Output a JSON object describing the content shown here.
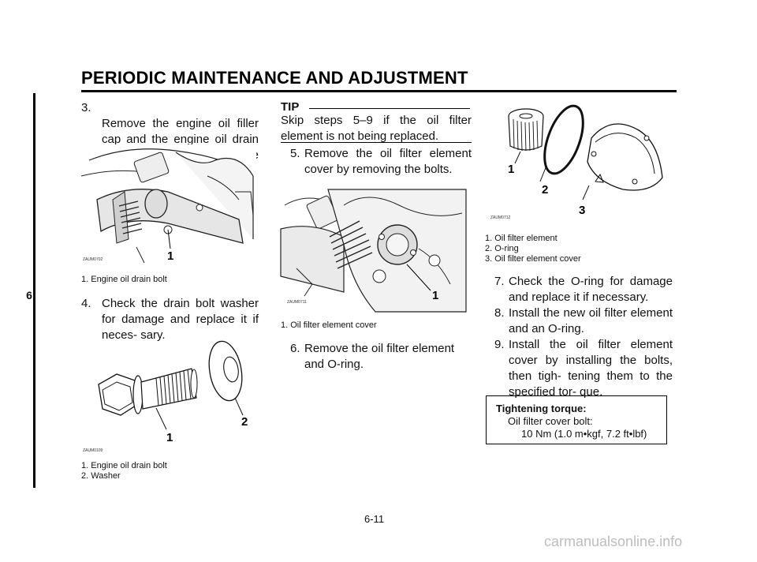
{
  "header": {
    "title": "PERIODIC MAINTENANCE AND ADJUSTMENT"
  },
  "section_tab": {
    "label": "6"
  },
  "steps": {
    "s3": {
      "num": "3.",
      "text": "Remove the engine oil filler cap and the engine oil drain bolt to drain the oil from the crankcase."
    },
    "s4": {
      "num": "4.",
      "text": "Check the drain bolt washer for damage and replace it if neces- sary."
    },
    "s5": {
      "num": "5.",
      "text": "Remove the oil filter element cover by removing the bolts."
    },
    "s6": {
      "num": "6.",
      "text": "Remove the oil filter element and O-ring."
    },
    "s7": {
      "num": "7.",
      "text": "Check the O-ring for damage and replace it if necessary."
    },
    "s8": {
      "num": "8.",
      "text": "Install the new oil filter element and an O-ring."
    },
    "s9": {
      "num": "9.",
      "text": "Install the oil filter element cover by installing the bolts, then tigh- tening them to the specified tor- que."
    }
  },
  "tip": {
    "label": "TIP",
    "text": "Skip steps 5–9 if the oil filter element is not being replaced."
  },
  "figures": {
    "fig1": {
      "code": "ZAUM0702",
      "callout": "1",
      "captions": [
        "1. Engine oil drain bolt"
      ]
    },
    "fig2": {
      "code": "ZAUM0109",
      "callouts": [
        "1",
        "2"
      ],
      "captions": [
        "1. Engine oil drain bolt",
        "2. Washer"
      ]
    },
    "fig3": {
      "code": "ZAUM0711",
      "callout": "1",
      "captions": [
        "1. Oil filter element cover"
      ]
    },
    "fig4": {
      "code": "ZAUM0712",
      "callouts": [
        "1",
        "2",
        "3"
      ],
      "captions": [
        "1. Oil filter element",
        "2. O-ring",
        "3. Oil filter element cover"
      ]
    }
  },
  "torque": {
    "title": "Tightening torque:",
    "item": "Oil filter cover bolt:",
    "value": "10 Nm (1.0 m•kgf, 7.2 ft•lbf)"
  },
  "footer": {
    "page_number": "6-11",
    "watermark": "carmanualsonline.info"
  }
}
